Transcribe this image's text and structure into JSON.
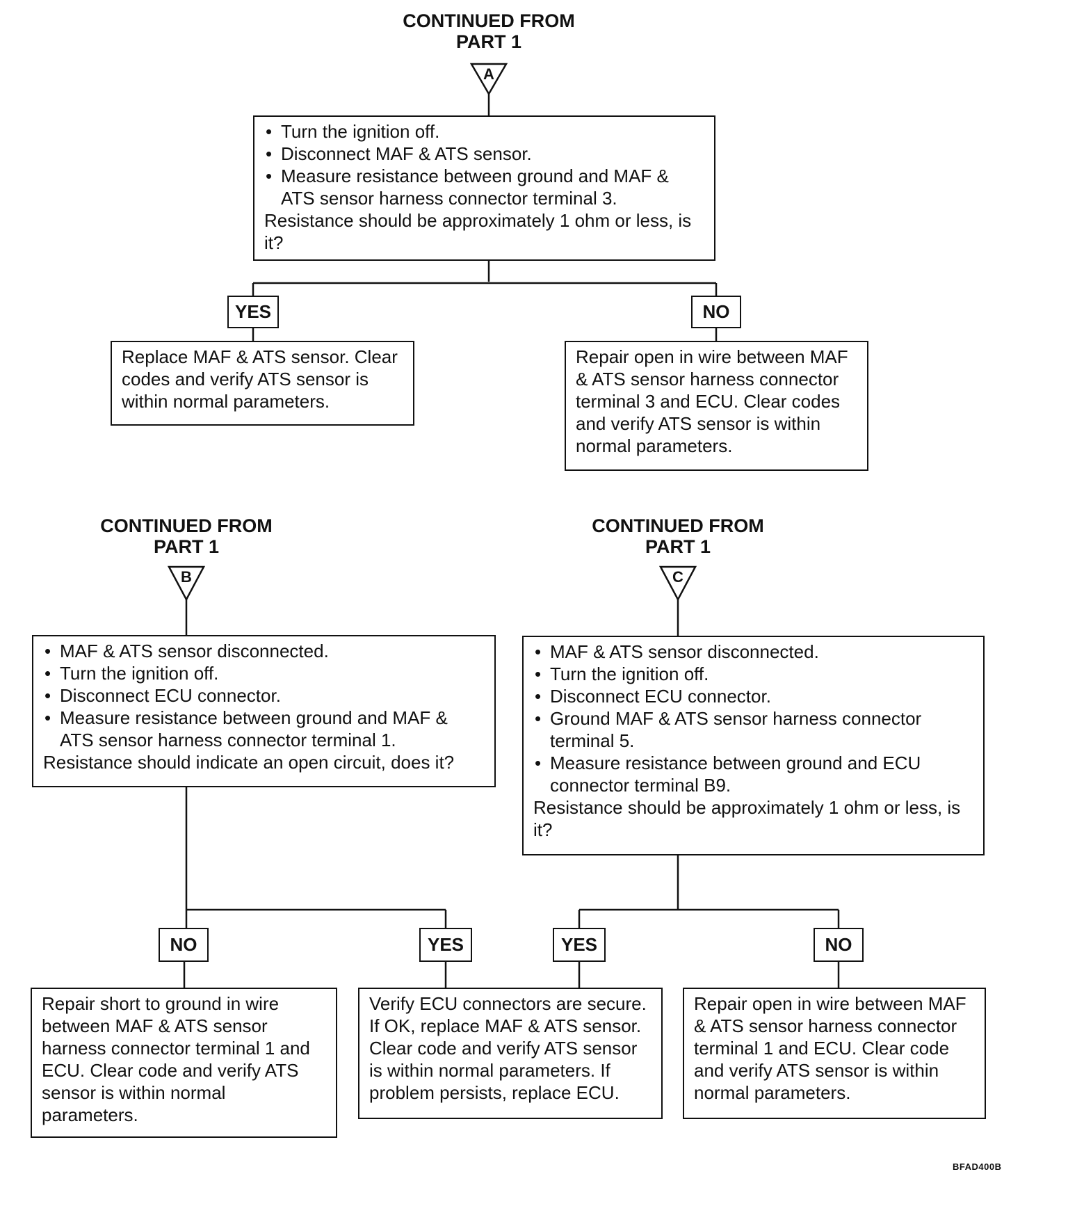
{
  "sections": {
    "A": {
      "header_line1": "CONTINUED FROM",
      "header_line2": "PART 1",
      "connector": "A",
      "question": {
        "bullets": [
          "Turn the ignition off.",
          "Disconnect MAF & ATS sensor.",
          "Measure resistance between ground and MAF & ATS sensor harness connector terminal 3."
        ],
        "text": "Resistance should be approximately 1 ohm or less, is it?"
      },
      "yes_label": "YES",
      "no_label": "NO",
      "yes_result": "Replace MAF & ATS sensor. Clear codes and verify ATS sensor is within normal parameters.",
      "no_result": "Repair open in wire between MAF & ATS sensor harness connector terminal 3 and ECU. Clear codes and verify ATS sensor is within normal parameters."
    },
    "B": {
      "header_line1": "CONTINUED FROM",
      "header_line2": "PART 1",
      "connector": "B",
      "question": {
        "bullets": [
          "MAF & ATS sensor disconnected.",
          "Turn the ignition off.",
          "Disconnect ECU connector.",
          "Measure resistance between ground and MAF & ATS sensor harness connector terminal 1."
        ],
        "text": "Resistance should indicate an open circuit, does it?"
      },
      "no_label": "NO",
      "yes_label": "YES",
      "no_result": "Repair short to ground in wire between MAF & ATS sensor harness connector terminal 1 and ECU. Clear code and verify ATS sensor is within normal parameters."
    },
    "C": {
      "header_line1": "CONTINUED FROM",
      "header_line2": "PART 1",
      "connector": "C",
      "question": {
        "bullets": [
          "MAF & ATS sensor disconnected.",
          "Turn the ignition off.",
          "Disconnect ECU connector.",
          "Ground MAF & ATS sensor harness connector terminal 5.",
          "Measure resistance between ground and ECU connector terminal B9."
        ],
        "text": "Resistance should be approximately 1 ohm or less, is it?"
      },
      "yes_label": "YES",
      "no_label": "NO",
      "no_result": "Repair open in wire between MAF & ATS sensor harness connector terminal 1 and ECU. Clear code and verify ATS sensor is within normal parameters."
    },
    "shared_yes_result": "Verify ECU connectors are secure. If OK, replace MAF & ATS sensor. Clear code and verify ATS sensor is within normal parameters. If problem persists, replace ECU."
  },
  "figure_code": "BFAD400B"
}
